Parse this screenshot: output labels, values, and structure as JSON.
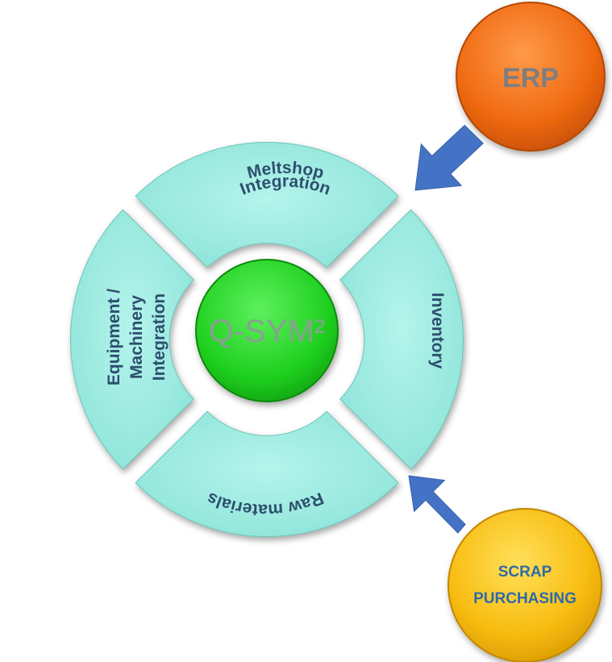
{
  "diagram": {
    "center": {
      "label": "Q-SYM²"
    },
    "segments": {
      "top": {
        "line1": "Meltshop",
        "line2": "Integration"
      },
      "right": {
        "line1": "Inventory"
      },
      "bottom": {
        "line1": "Raw materials"
      },
      "left": {
        "line1": "Equipment /",
        "line2": "Machinery",
        "line3": "Integration"
      }
    },
    "external": {
      "erp": {
        "label": "ERP"
      },
      "scrap": {
        "line1": "SCRAP",
        "line2": "PURCHASING"
      }
    },
    "colors": {
      "segment": "#9eece2",
      "center": "#22dd22",
      "erp": "#f0741a",
      "scrap": "#f8c418",
      "arrow": "#4472c4"
    }
  }
}
